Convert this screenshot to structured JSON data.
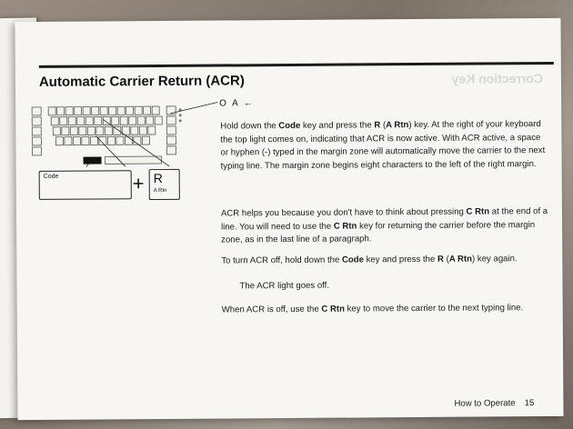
{
  "page": {
    "title": "Automatic Carrier Return (ACR)"
  },
  "diagram": {
    "indicator_label": "O A ←",
    "code_key_label": "Code",
    "r_key_label": "R",
    "r_key_sublabel": "A Rtn"
  },
  "body": {
    "p1": {
      "a": "Hold down the ",
      "b": "Code",
      "c": " key and press the ",
      "d": "R",
      "e": " (",
      "f": "A Rtn",
      "g": ") key. At the right of your keyboard the top light comes on, indicating that ACR is now active. With ACR active, a space or hyphen (-) typed in the margin zone will automatically move the carrier to the next typing line. The margin zone begins eight characters to the left of the right margin.",
      "h": "",
      "i": ""
    },
    "p2": {
      "a": "ACR helps you because you don't have to think about pressing ",
      "b": "C Rtn",
      "c": " at the end of a line. You will need to use the ",
      "d": "C Rtn",
      "e": " key for returning the carrier before the margin zone, as in the last line of a paragraph."
    },
    "p3": {
      "a": "To turn ACR off, hold down the ",
      "b": "Code",
      "c": " key and press the ",
      "d": "R",
      "e": " (",
      "f": "A Rtn",
      "g": ") key again.",
      "h": "",
      "i": ""
    },
    "p4": "The ACR light goes off.",
    "p5": {
      "a": "When ACR is off, use the ",
      "b": "C Rtn",
      "c": " key to move the carrier to the next typing line."
    }
  },
  "footer": {
    "section": "How to Operate",
    "page_number": "15"
  }
}
